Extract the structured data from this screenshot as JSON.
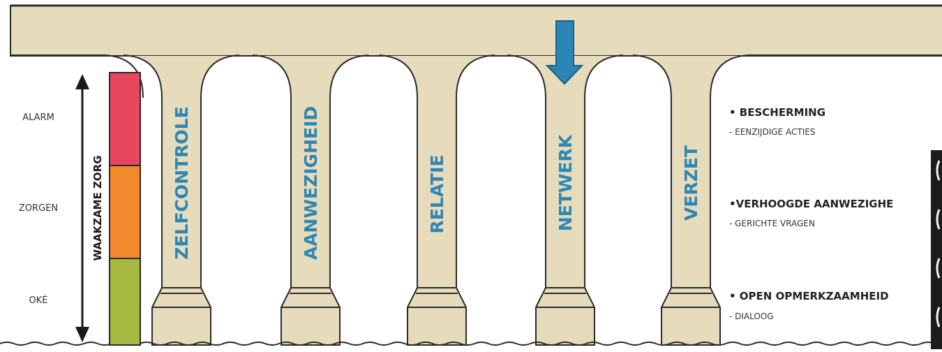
{
  "levels": {
    "alarm": "ALARM",
    "zorgen": "ZORGEN",
    "oke": "OKÉ"
  },
  "scale": {
    "label": "WAAKZAME ZORG",
    "colors": {
      "alarm": "#e8475f",
      "zorgen": "#f28a2b",
      "oke": "#a6b83e"
    }
  },
  "pillars": [
    "ZELFCONTROLE",
    "AANWEZIGHEID",
    "RELATIE",
    "NETWERK",
    "VERZET"
  ],
  "highlight": {
    "pillar": "NETWERK",
    "arrow_color": "#2b86b6",
    "icon": "arrow-down-icon"
  },
  "responses": [
    {
      "title": "• BESCHERMING",
      "sub": "- EENZIJDIGE ACTIES"
    },
    {
      "title": "•VERHOOGDE AANWEZIGHE",
      "sub": "- GERICHTE VRAGEN"
    },
    {
      "title": "• OPEN OPMERKZAAMHEID",
      "sub": "- DIALOOG"
    }
  ],
  "colors": {
    "stone": "#e6dcbc",
    "outline": "#2a2a2a",
    "text_blue": "#2f86b3"
  }
}
